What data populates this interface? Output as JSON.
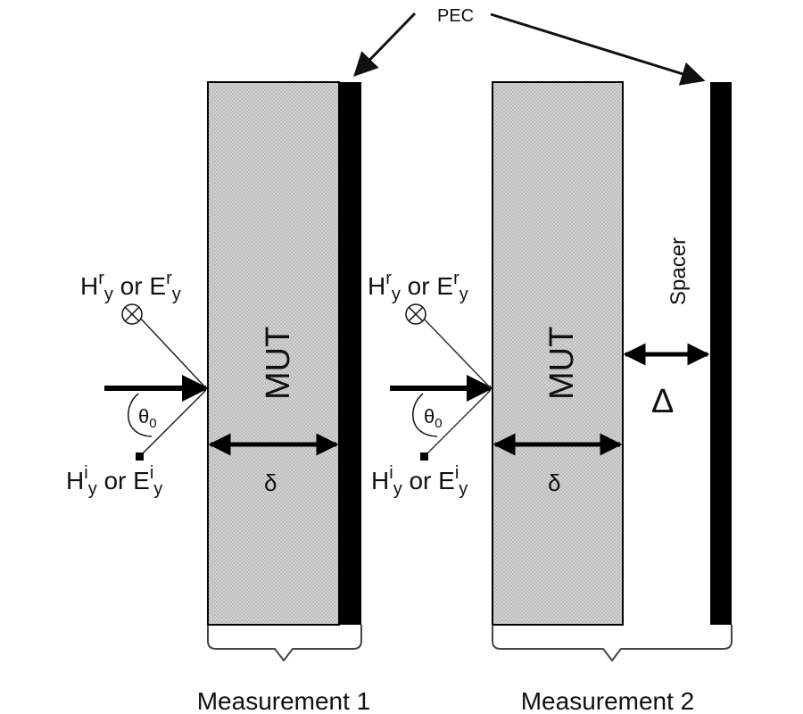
{
  "pec_label": "PEC",
  "material_label": "MUT",
  "thickness_symbol": "δ",
  "spacer_label": "Spacer",
  "spacer_symbol": "Δ",
  "angle_symbol": "θ",
  "angle_subscript": "0",
  "reflected_field": {
    "h": "H",
    "sup": "r",
    "sub": "y",
    "or": " or ",
    "e": "E"
  },
  "incident_field": {
    "h": "H",
    "sup": "i",
    "sub": "y",
    "or": " or ",
    "e": "E"
  },
  "measurements": [
    {
      "label": "Measurement 1"
    },
    {
      "label": "Measurement 2"
    }
  ],
  "colors": {
    "material": "#cfcfcf",
    "pec": "#000000",
    "line": "#000000"
  }
}
